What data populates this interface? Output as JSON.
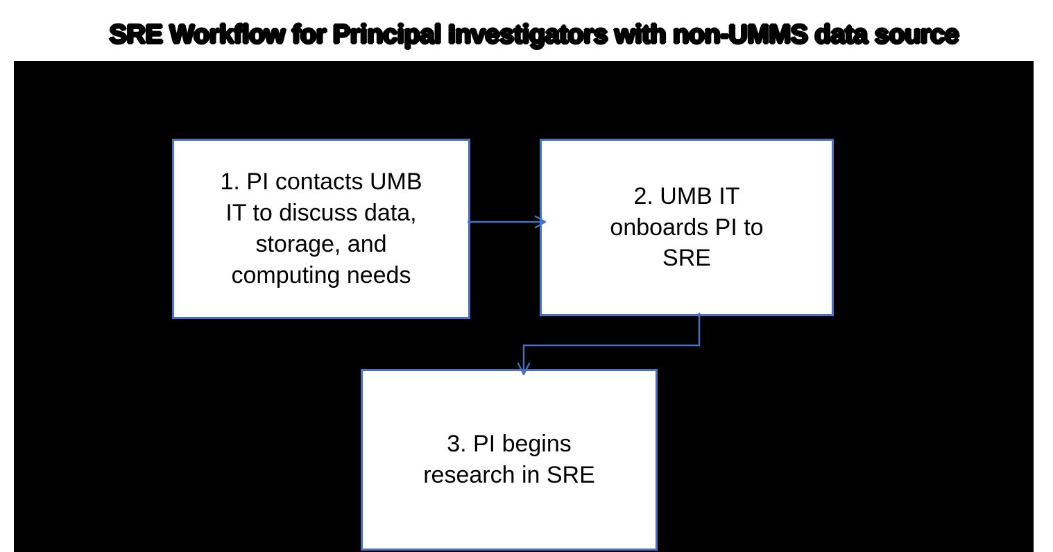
{
  "slide": {
    "title": "SRE Workflow for Principal Investigators with non-UMMS data source",
    "background_color": "#FFFFFF",
    "canvas_color": "#000000",
    "accent_color": "#4472C4",
    "box_fill_color": "#FFFFFF",
    "text_color": "#000000"
  },
  "diagram": {
    "type": "flowchart",
    "boxes": [
      {
        "id": "box-1",
        "step": "1",
        "label": "1. PI contacts UMB\nIT to discuss data,\nstorage, and\ncomputing needs"
      },
      {
        "id": "box-2",
        "step": "2",
        "label": "2. UMB IT\nonboards PI to\nSRE"
      },
      {
        "id": "box-3",
        "step": "3",
        "label": "3. PI begins\nresearch in SRE"
      }
    ],
    "connectors": [
      {
        "id": "connector-1",
        "from": "box-1",
        "to": "box-2",
        "style": "straight-arrow-right",
        "color": "#4472C4"
      },
      {
        "id": "connector-2",
        "from": "box-2",
        "to": "box-3",
        "style": "elbow-arrow-down",
        "color": "#4472C4"
      }
    ]
  }
}
